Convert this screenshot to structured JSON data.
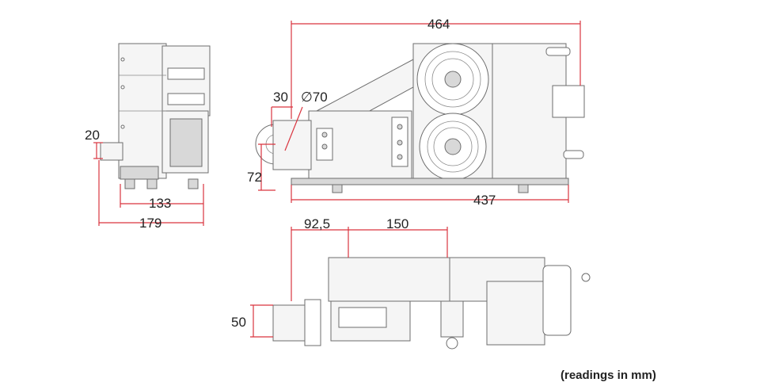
{
  "dimensions": {
    "overall_length": "464",
    "tape_width": "30",
    "roller_diameter": "∅70",
    "axis_offset": "20",
    "roller_height": "72",
    "base_depth": "133",
    "overall_depth": "179",
    "base_length": "437",
    "front_offset": "92,5",
    "hole_spacing": "150",
    "head_width": "50"
  },
  "note": "(readings in mm)",
  "colors": {
    "dimension_line": "#d9343f",
    "outline": "#6d6d6d",
    "text": "#222222"
  }
}
